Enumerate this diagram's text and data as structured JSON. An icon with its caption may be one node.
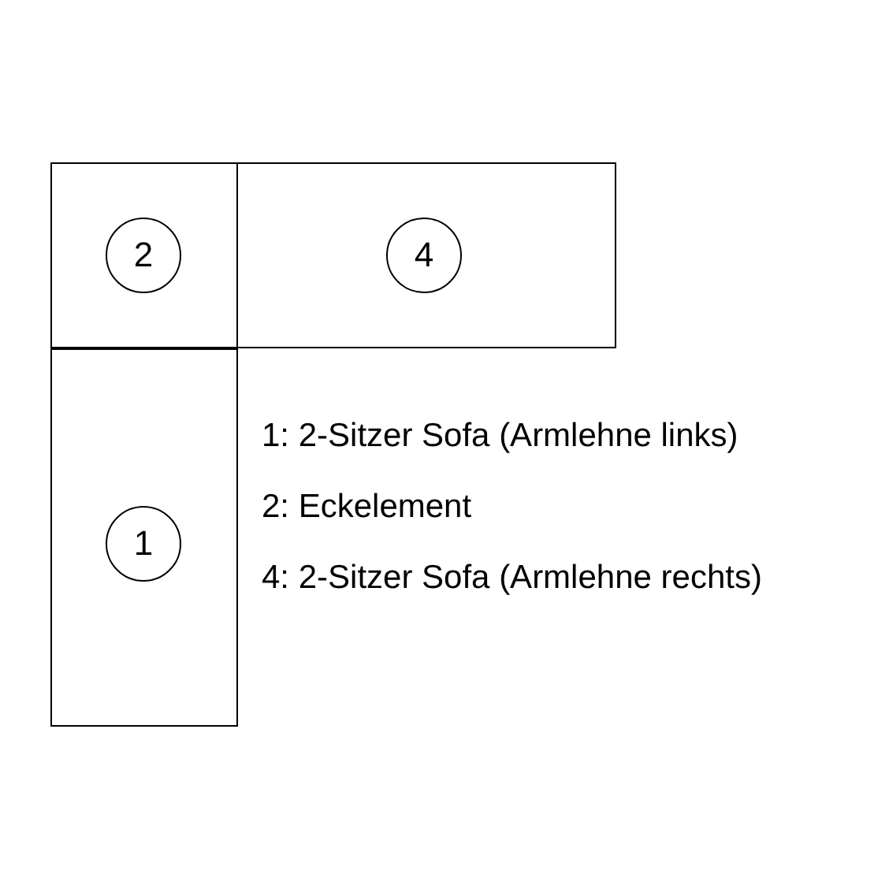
{
  "diagram": {
    "nodes": [
      {
        "text": [],
        "shape": "box"
      },
      {
        "text": [
          "2"
        ],
        "in": 0
      },
      {
        "text": [],
        "shape": "box"
      },
      {
        "text": [
          "4"
        ],
        "in": 2
      },
      {
        "text": [],
        "shape": "box"
      },
      {
        "text": [
          "1"
        ],
        "in": 4
      }
    ],
    "labels": [
      "1: 2-Sitzer Sofa (Armlehne links)",
      "2: Eckelement",
      "4: 2-Sitzer Sofa (Armlehne rechts)"
    ]
  }
}
